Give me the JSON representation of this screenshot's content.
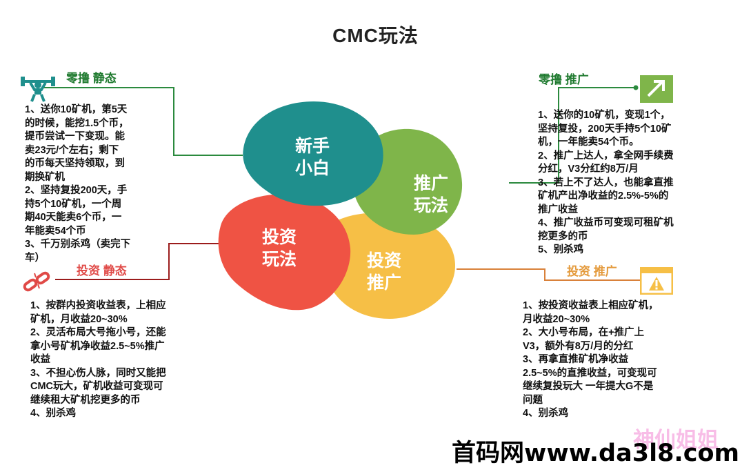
{
  "title": "CMC玩法",
  "petals": {
    "newbie": "新手\n小白",
    "promo": "推广\n玩法",
    "invest": "投资\n玩法",
    "invest_promo": "投资\n推广"
  },
  "colors": {
    "teal": "#1f8f8d",
    "green": "#7fb54a",
    "red": "#ef5344",
    "yellow": "#f6bf46",
    "line_green": "#2b8a3e",
    "line_darkred": "#9b1c1c",
    "line_orange": "#d9813a",
    "label_green": "#1f7a2f",
    "label_red": "#e04a47",
    "label_orange": "#e49a3c"
  },
  "sections": {
    "top_left": {
      "heading": "零撸 静态",
      "lines": [
        "1、送你10矿机，第5天",
        "的时候，能挖1.5个币，",
        "提币尝试一下变现。能",
        "卖23元/个左右；剩下",
        "的币每天坚持领取，到",
        "期换矿机",
        "2、坚持复投200天，手",
        "持5个10矿机，一个周",
        "期40天能卖6个币，一",
        "年能卖54个币",
        "3、千万别杀鸡（卖完下",
        "车）"
      ]
    },
    "top_right": {
      "heading": "零撸 推广",
      "lines": [
        "1、送你的10矿机，变现1个，",
        "坚持复投，200天手持5个10矿",
        "机，一年能卖54个币。",
        "2、推广上达人，拿全网手续费",
        "分红，V3分红约8万/月",
        "3、若上不了达人，也能拿直推",
        "矿机产出净收益的2.5%-5%的",
        "推广收益",
        "4、推广收益币可变现可租矿机",
        "挖更多的币",
        "5、别杀鸡"
      ]
    },
    "bottom_left": {
      "heading": "投资 静态",
      "lines": [
        "1、按群内投资收益表，上相应",
        "矿机，月收益20~30%",
        "2、灵活布局大号拖小号，还能",
        "拿小号矿机净收益2.5~5%推广",
        "收益",
        "3、不担心伤人脉，同时又能把",
        "CMC玩大，矿机收益可变现可",
        "继续租大矿机挖更多的币",
        "4、别杀鸡"
      ]
    },
    "bottom_right": {
      "heading": "投资 推广",
      "lines": [
        "1、按投资收益表上相应矿机，",
        "月收益20~30%",
        "2、大小号布局，在+推广上",
        "V3，额外有8万/月的分红",
        "3、再拿直推矿机净收益",
        "2.5~5%的直推收益，可变现可",
        "继续复投玩大  一年提大G不是",
        "问题",
        "4、别杀鸡"
      ]
    }
  },
  "watermark": "首码网www.da3l8.com",
  "stamp": "神仙姐姐"
}
